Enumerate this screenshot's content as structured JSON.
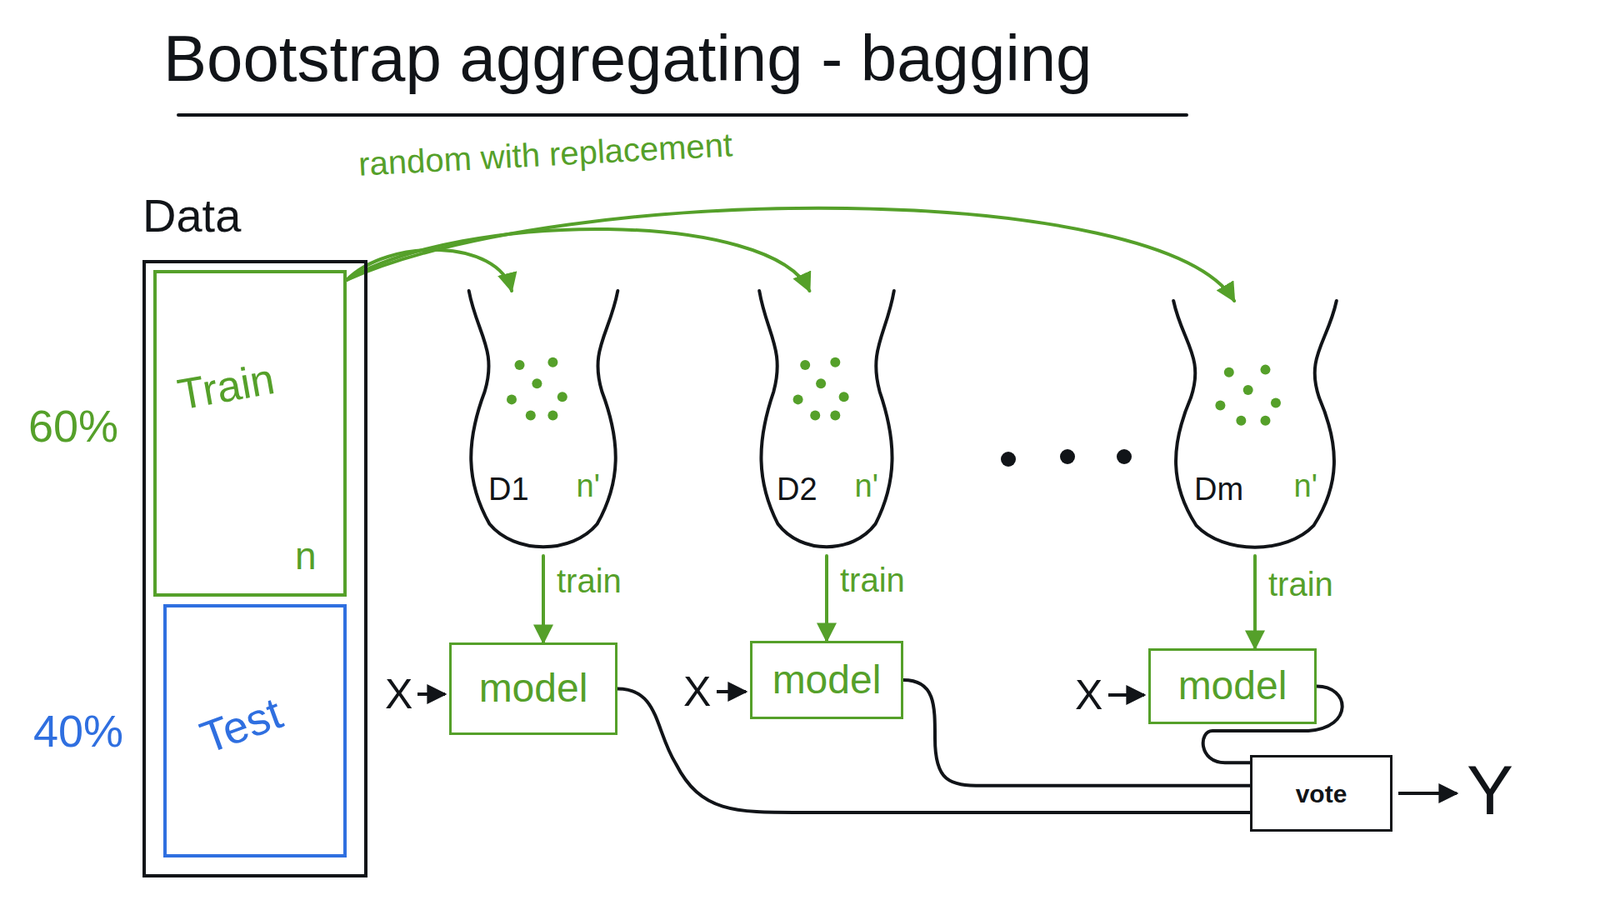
{
  "diagram": {
    "title": "Bootstrap aggregating - bagging",
    "nodes": [
      {
        "text": [
          "Data"
        ]
      },
      {
        "text": [
          "Train",
          "n"
        ],
        "in": 0
      },
      {
        "text": [
          "Test"
        ],
        "in": 0
      },
      {
        "text": [
          "D1",
          "n'"
        ]
      },
      {
        "text": [
          "D2",
          "n'"
        ]
      },
      {
        "text": [
          "Dm",
          "n'"
        ]
      },
      {
        "text": [
          "model"
        ]
      },
      {
        "text": [
          "model"
        ]
      },
      {
        "text": [
          "model"
        ]
      },
      {
        "text": [
          "vote"
        ]
      }
    ],
    "edges": [
      {
        "from": 1,
        "to": 3,
        "arrow": "to"
      },
      {
        "from": 1,
        "to": 4,
        "arrow": "to"
      },
      {
        "from": 1,
        "to": 5,
        "arrow": "to"
      },
      {
        "from": 3,
        "to": 6,
        "label": "train",
        "arrow": "to"
      },
      {
        "from": 4,
        "to": 7,
        "label": "train",
        "arrow": "to"
      },
      {
        "from": 5,
        "to": 8,
        "label": "train",
        "arrow": "to"
      },
      {
        "from": 6,
        "to": 9,
        "arrow": "none"
      },
      {
        "from": 7,
        "to": 9,
        "arrow": "none"
      },
      {
        "from": 8,
        "to": 9,
        "arrow": "none"
      }
    ],
    "labels": [
      "random with replacement",
      "60%",
      "40%",
      "X",
      "X",
      "X",
      "Y"
    ]
  }
}
